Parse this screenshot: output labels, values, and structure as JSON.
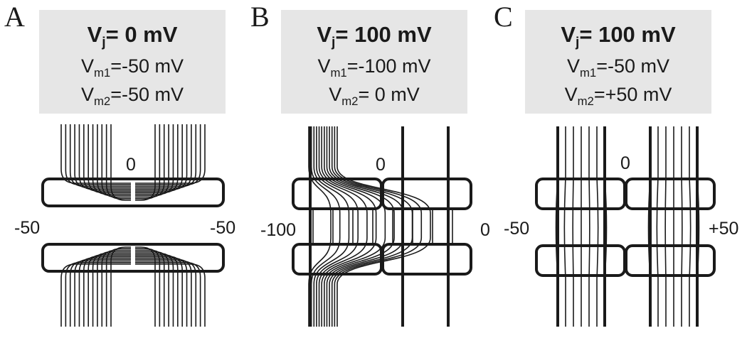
{
  "panels": [
    {
      "letter": "A",
      "vj_main": "V",
      "vj_sub": "j",
      "vj_rest": "= 0 mV",
      "vm1_main": "V",
      "vm1_sub": "m1",
      "vm1_rest": "=-50 mV",
      "vm2_main": "V",
      "vm2_sub": "m2",
      "vm2_rest": "=-50 mV",
      "label_top": "0",
      "label_left": "-50",
      "label_right": "-50"
    },
    {
      "letter": "B",
      "vj_main": "V",
      "vj_sub": "j",
      "vj_rest": "= 100 mV",
      "vm1_main": "V",
      "vm1_sub": "m1",
      "vm1_rest": "=-100 mV",
      "vm2_main": "V",
      "vm2_sub": "m2",
      "vm2_rest": "= 0 mV",
      "label_top": "0",
      "label_left": "-100",
      "label_right": "0"
    },
    {
      "letter": "C",
      "vj_main": "V",
      "vj_sub": "j",
      "vj_rest": "= 100 mV",
      "vm1_main": "V",
      "vm1_sub": "m1",
      "vm1_rest": "=-50 mV",
      "vm2_main": "V",
      "vm2_sub": "m2",
      "vm2_rest": "=+50 mV",
      "label_top": "0",
      "label_left": "-50",
      "label_right": "+50"
    }
  ],
  "colors": {
    "box_fill": "#e6e6e6",
    "line": "#1a1a1a",
    "background": "#ffffff"
  }
}
